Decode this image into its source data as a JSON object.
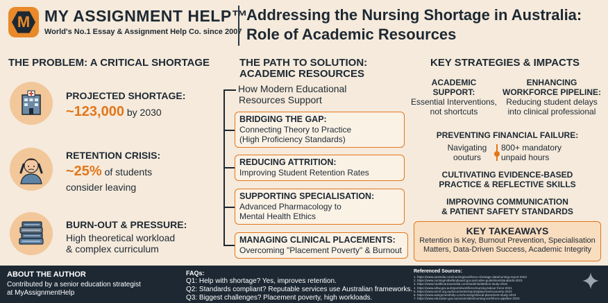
{
  "brand": {
    "name": "MY ASSIGNMENT HELP™",
    "tagline": "World's No.1 Essay & Assignment Help Co. since 2007",
    "logo_letter": "M",
    "colors": {
      "accent": "#e2761b",
      "dark": "#1d2833",
      "background": "#f5eadb"
    }
  },
  "title": {
    "line1": "Addressing the Nursing Shortage in Australia:",
    "line2": "Role of Academic Resources"
  },
  "problem": {
    "heading": "THE PROBLEM: A CRITICAL SHORTAGE",
    "items": [
      {
        "icon": "hospital-icon",
        "label": "PROJECTED SHORTAGE:",
        "big": "~123,000",
        "after": " by 2030"
      },
      {
        "icon": "stressed-student-icon",
        "label": "RETENTION CRISIS:",
        "big": "~25%",
        "after": " of students",
        "line2": "consider leaving"
      },
      {
        "icon": "book-stack-icon",
        "label": "BURN-OUT & PRESSURE:",
        "line1": "High theoretical workload",
        "line2": "& complex curriculum"
      }
    ]
  },
  "solution": {
    "heading_line1": "THE PATH TO SOLUTION:",
    "heading_line2": "ACADEMIC RESOURCES",
    "sub_line1": "How Modern Educational",
    "sub_line2": "Resources Support",
    "boxes": [
      {
        "title": "BRIDGING THE GAP:",
        "desc1": "Connecting Theory to Practice",
        "desc2": "(High Proficiency Standards)"
      },
      {
        "title": "REDUCING ATTRITION:",
        "desc1": "Improving Student Retention Rates"
      },
      {
        "title": "SUPPORTING SPECIALISATION:",
        "desc1": "Advanced Pharmacology to",
        "desc2": "Mental Health Ethics"
      },
      {
        "title": "MANAGING CLINICAL PLACEMENTS:",
        "desc1": "Overcoming \"Placement Poverty\" & Burnout"
      }
    ]
  },
  "strategies": {
    "heading": "KEY STRATEGIES & IMPACTS",
    "academic_support": {
      "title1": "ACADEMIC",
      "title2": "SUPPORT:",
      "desc1": "Essential Interventions,",
      "desc2": "not shortcuts"
    },
    "workforce": {
      "title1": "ENHANCING",
      "title2": "WORKFORCE PIPELINE:",
      "desc1": "Reducing student delays",
      "desc2": "into clinical professional"
    },
    "financial": {
      "title": "PREVENTING FINANCIAL FAILURE:",
      "left1": "Navigating",
      "left2": "oouturs",
      "right1": "800+ mandatory",
      "right2": "unpaid hours"
    },
    "evidence": {
      "line1": "CULTIVATING EVIDENCE-BASED",
      "line2": "PRACTICE & REFLECTIVE SKILLS"
    },
    "communication": {
      "line1": "IMPROVING COMMUNICATION",
      "line2": "& PATIENT SAFETY STANDARDS"
    },
    "takeaways": {
      "title": "KEY TAKEAWAYS",
      "line1": "Retention is Key, Burnout Prevention, Specialisation",
      "line2": "Matters, Data-Driven Success, Academic Integrity"
    }
  },
  "footer": {
    "about_heading": "ABOUT THE AUTHOR",
    "about_line1": "Contributed by a senior education strategist",
    "about_line2": "at MyAssignmentHelp",
    "faq_heading": "FAQs:",
    "faqs": [
      "Q1: Help with shortage? Yes, improves retention.",
      "Q2: Standards compliant? Reputable services use Australian frameworks.",
      "Q3: Biggest challenges? Placement poverty, high workloads."
    ],
    "sources_heading": "Referenced Sources:",
    "sources": [
      "1. https://www.australia.com/nursing/workforce-shortage-data/nursing-report-2023",
      "2. https://www.nursingmidwiferyboard.gov.au/codes-guidelines/standards-2023",
      "3. https://www.healthcareaustralia.com/students/attrition-study-2022",
      "4. https://www.aihw.gov.au/reports/workforce/nursing-labour-force-2021",
      "5. https://www.anmf.org.au/documents/reports/placement-poverty-2023",
      "6. https://www.assignmenthelp.com/nursing/clinical-placement-study-2023",
      "7. https://www.education.gov.au/universities/nursing-workforce-pipeline-2023"
    ]
  }
}
